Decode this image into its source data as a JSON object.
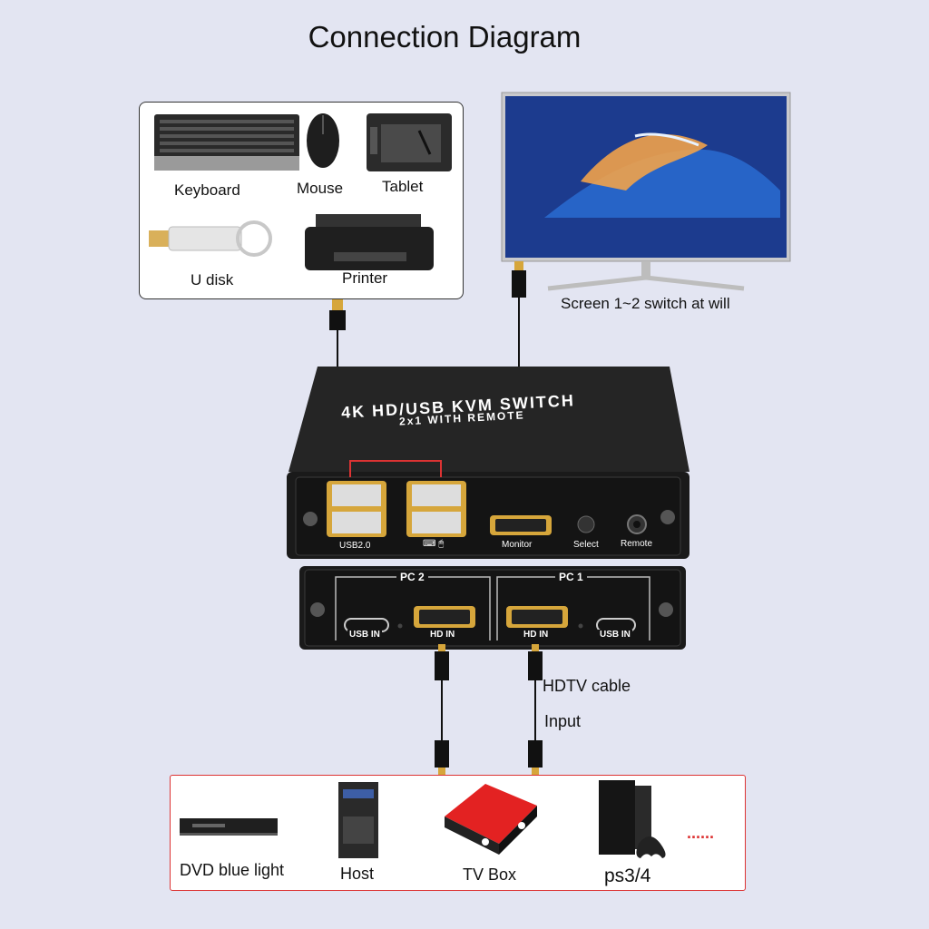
{
  "title": "Connection Diagram",
  "peripherals": {
    "keyboard": "Keyboard",
    "mouse": "Mouse",
    "tablet": "Tablet",
    "udisk": "U disk",
    "printer": "Printer"
  },
  "monitor": {
    "caption": "Screen 1~2 switch at will"
  },
  "kvm": {
    "title": "4K HD/USB KVM SWITCH",
    "subtitle": "2x1 WITH REMOTE",
    "usb_label": "USB2.0",
    "monitor_label": "Monitor",
    "select_label": "Select",
    "remote_label": "Remote",
    "pc2": "PC 2",
    "pc1": "PC 1",
    "usb_in": "USB IN",
    "hd_in": "HD IN"
  },
  "cable": {
    "line1": "HDTV cable",
    "line2": "Input"
  },
  "sources": {
    "dvd": "DVD blue light",
    "host": "Host",
    "tvbox": "TV Box",
    "ps": "ps3/4",
    "more": "......"
  },
  "colors": {
    "background": "#e3e5f2",
    "accent_red": "#d33333",
    "device_black": "#1c1c1c"
  }
}
